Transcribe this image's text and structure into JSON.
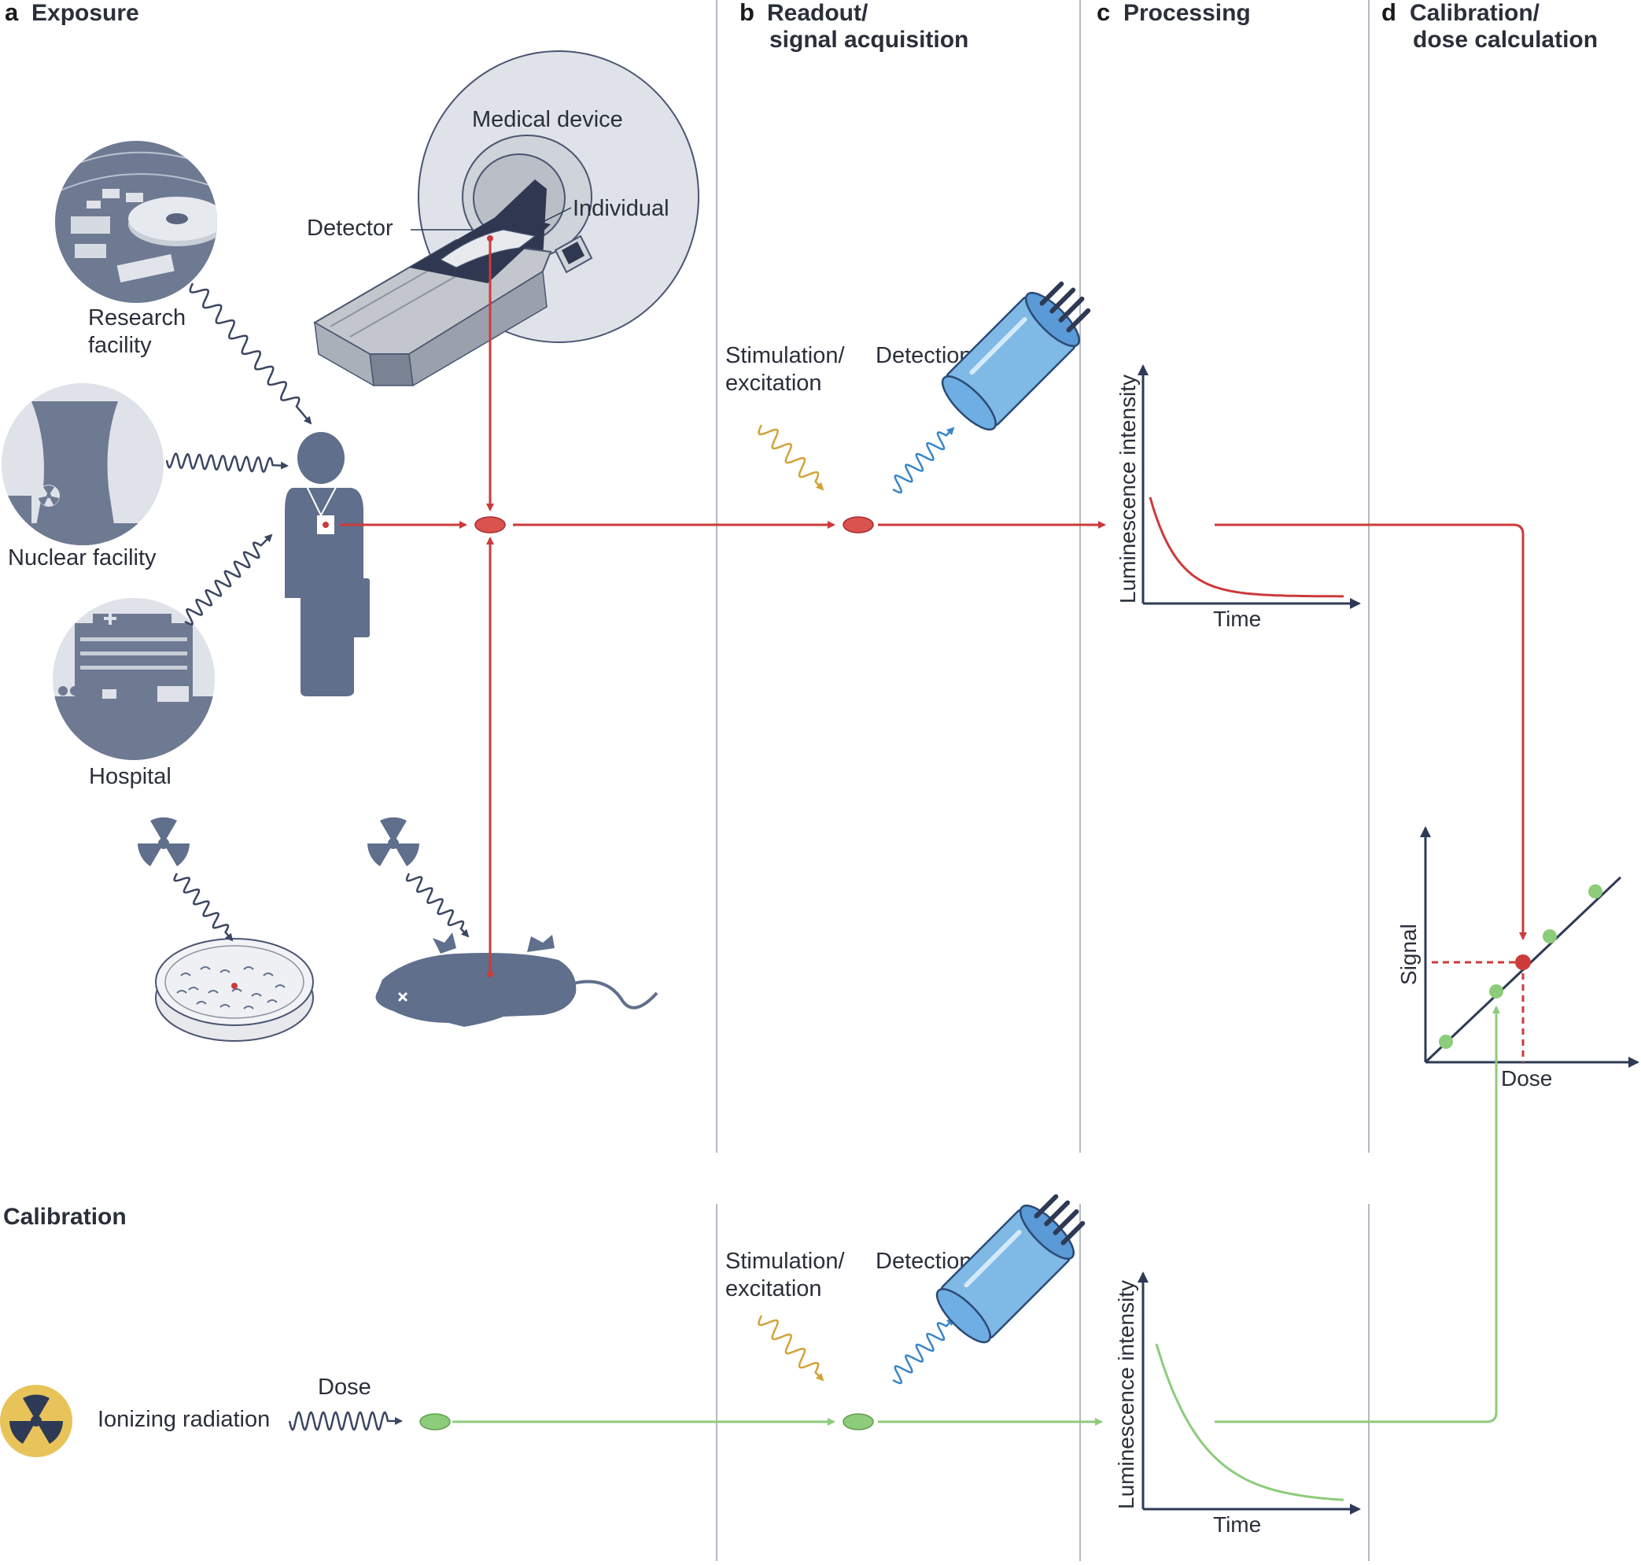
{
  "panels": {
    "a": {
      "letter": "a",
      "title": "Exposure"
    },
    "b": {
      "letter": "b",
      "title_line1": "Readout/",
      "title_line2": "signal acquisition"
    },
    "c": {
      "letter": "c",
      "title": "Processing"
    },
    "d": {
      "letter": "d",
      "title_line1": "Calibration/",
      "title_line2": "dose calculation"
    }
  },
  "exposure": {
    "medical_device": "Medical device",
    "detector": "Detector",
    "individual": "Individual",
    "research_line1": "Research",
    "research_line2": "facility",
    "nuclear": "Nuclear facility",
    "hospital": "Hospital"
  },
  "readout": {
    "stim_line1": "Stimulation/",
    "stim_line2": "excitation",
    "detection": "Detection"
  },
  "processing": {
    "ylabel": "Luminescence intensity",
    "xlabel": "Time"
  },
  "calibration_plot": {
    "ylabel": "Signal",
    "xlabel": "Dose"
  },
  "calibration_row": {
    "title": "Calibration",
    "ionizing": "Ionizing radiation",
    "dose": "Dose",
    "stim_line1": "Stimulation/",
    "stim_line2": "excitation",
    "detection": "Detection",
    "ylabel": "Luminescence intensity",
    "xlabel": "Time"
  },
  "colors": {
    "exposure_path": "#cc3a3a",
    "calibration_path": "#8ccc7a",
    "silhouette": "#5f6f8c",
    "axis": "#2e3a55",
    "divider": "#9aa2ad",
    "stimulation_wave": "#d3a23a",
    "detection_wave": "#3a86c8",
    "pmt_body": "#7fb9e6",
    "radiation_badge": "#e7c35a"
  }
}
